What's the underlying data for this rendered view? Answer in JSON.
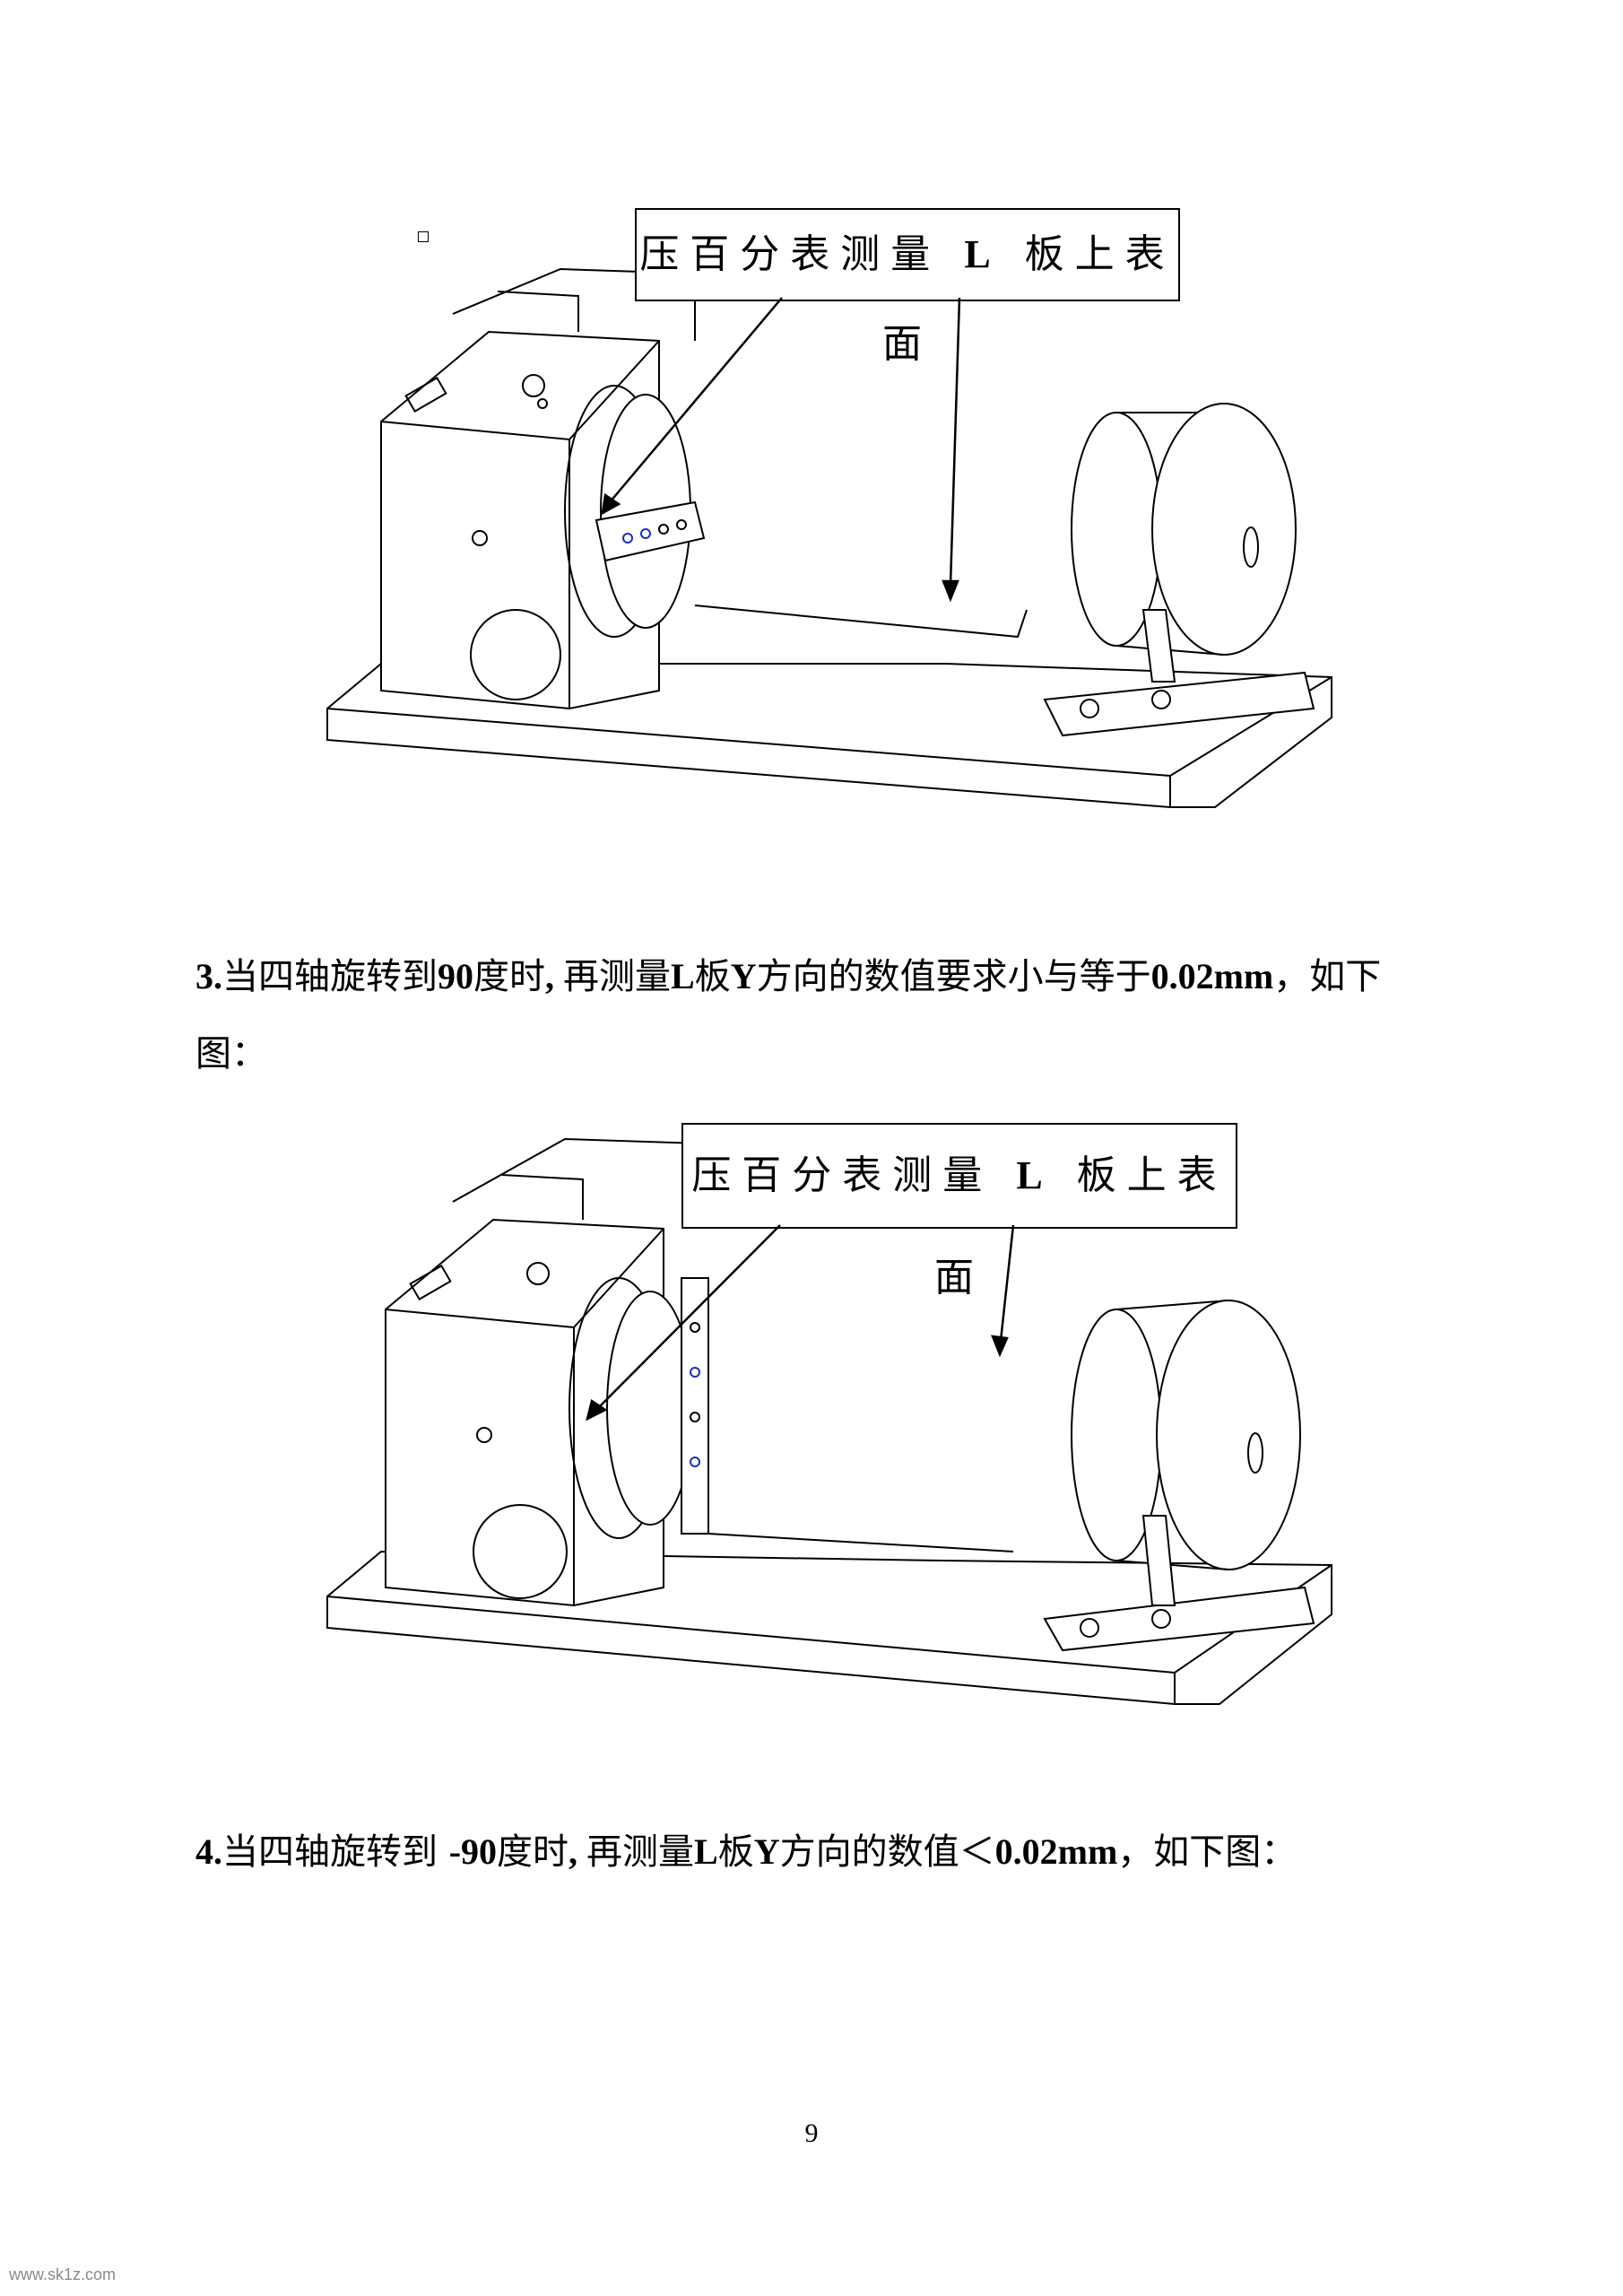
{
  "figure1": {
    "callout_pre": "压百分表测量",
    "callout_L": "L",
    "callout_post": "板上表面"
  },
  "figure2": {
    "callout_pre": "压百分表测量",
    "callout_L": "L",
    "callout_post": "板上表面"
  },
  "step3": {
    "line1_num": "3.",
    "line1_a": "当四轴旋转到",
    "line1_b": "90",
    "line1_c": "度时",
    "line1_d": ", ",
    "line1_e": "再测量",
    "line1_f": "L",
    "line1_g": "板",
    "line1_h": "Y",
    "line1_i": "方向的数值要求小与等于",
    "line1_j": "0.02mm",
    "line1_k": "，如下",
    "line2": "图："
  },
  "step4": {
    "num": "4.",
    "a": "当四轴旋转到 ",
    "b": "-90",
    "c": "度时",
    "d": ", ",
    "e": "再测量",
    "f": "L",
    "g": "板",
    "h": "Y",
    "i": "方向的数值＜",
    "j": "0.02mm",
    "k": "，如下图："
  },
  "page_number": "9",
  "watermark": "www.sk1z.com"
}
